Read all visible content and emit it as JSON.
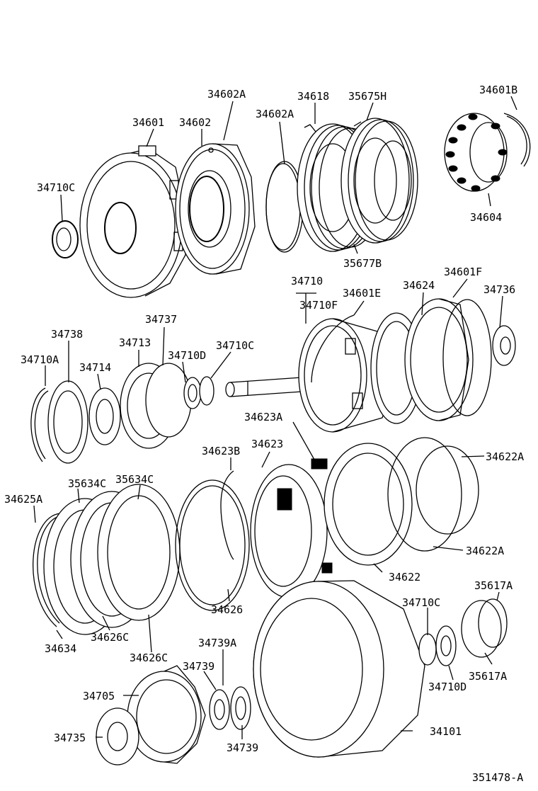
{
  "figure_code": "351478-A",
  "labels": {
    "l34601B": "34601B",
    "l34602A_a": "34602A",
    "l34618": "34618",
    "l35675H": "35675H",
    "l34601": "34601",
    "l34602": "34602",
    "l34602A_b": "34602A",
    "l34710C_a": "34710C",
    "l34604": "34604",
    "l35677B": "35677B",
    "l34710": "34710",
    "l34601E": "34601E",
    "l34624": "34624",
    "l34601F": "34601F",
    "l34736": "34736",
    "l34710F": "34710F",
    "l34737": "34737",
    "l34738": "34738",
    "l34713": "34713",
    "l34710C_b": "34710C",
    "l34710A": "34710A",
    "l34714": "34714",
    "l34710D_a": "34710D",
    "l34623A": "34623A",
    "l34623B": "34623B",
    "l34623": "34623",
    "l34622A_a": "34622A",
    "l35634C_a": "35634C",
    "l35634C_b": "35634C",
    "l34625A": "34625A",
    "l34622A_b": "34622A",
    "l34622": "34622",
    "l35617A_a": "35617A",
    "l34710C_c": "34710C",
    "l34626": "34626",
    "l34634": "34634",
    "l34626C_a": "34626C",
    "l34626C_b": "34626C",
    "l34739A": "34739A",
    "l34739_a": "34739",
    "l35617A_b": "35617A",
    "l34710D_b": "34710D",
    "l34705": "34705",
    "l34735": "34735",
    "l34739_b": "34739",
    "l34101": "34101"
  }
}
